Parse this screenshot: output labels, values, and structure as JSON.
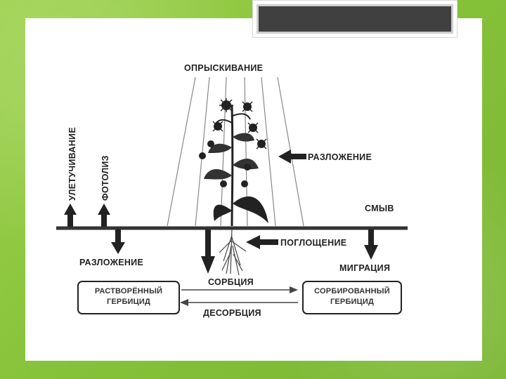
{
  "diagram": {
    "labels": {
      "spraying": "ОПРЫСКИВАНИЕ",
      "volatilization": "УЛЕТУЧИВАНИЕ",
      "photolysis": "ФОТОЛИЗ",
      "decomposition_plant": "РАЗЛОЖЕНИЕ",
      "washoff": "СМЫВ",
      "uptake": "ПОГЛОЩЕНИЕ",
      "decomposition_soil": "РАЗЛОЖЕНИЕ",
      "migration": "МИГРАЦИЯ",
      "sorption": "СОРБЦИЯ",
      "desorption": "ДЕСОРБЦИЯ"
    },
    "boxes": {
      "dissolved_line1": "РАСТВОРЁННЫЙ",
      "dissolved_line2": "ГЕРБИЦИД",
      "sorbed_line1": "СОРБИРОВАННЫЙ",
      "sorbed_line2": "ГЕРБИЦИД"
    }
  },
  "colors": {
    "background": "#8cc63f",
    "ink": "#222222",
    "title_box": "#404040"
  }
}
